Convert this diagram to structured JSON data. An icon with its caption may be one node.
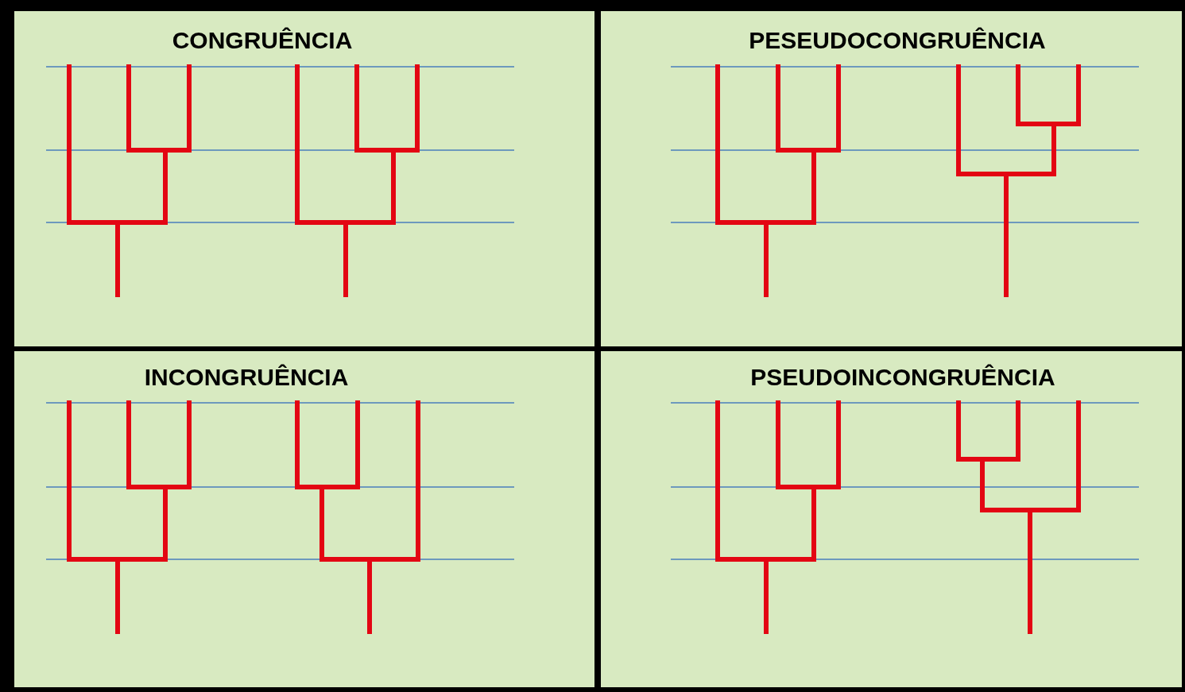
{
  "diagram": {
    "nodes": [
      {
        "text": [
          "CONGRUÊNCIA"
        ]
      },
      {
        "text": [
          "PESEUDOCONGRUÊNCIA"
        ]
      },
      {
        "text": [
          "INCONGRUÊNCIA"
        ]
      },
      {
        "text": [
          "PSEUDOINCONGRUÊNCIA"
        ]
      }
    ]
  }
}
